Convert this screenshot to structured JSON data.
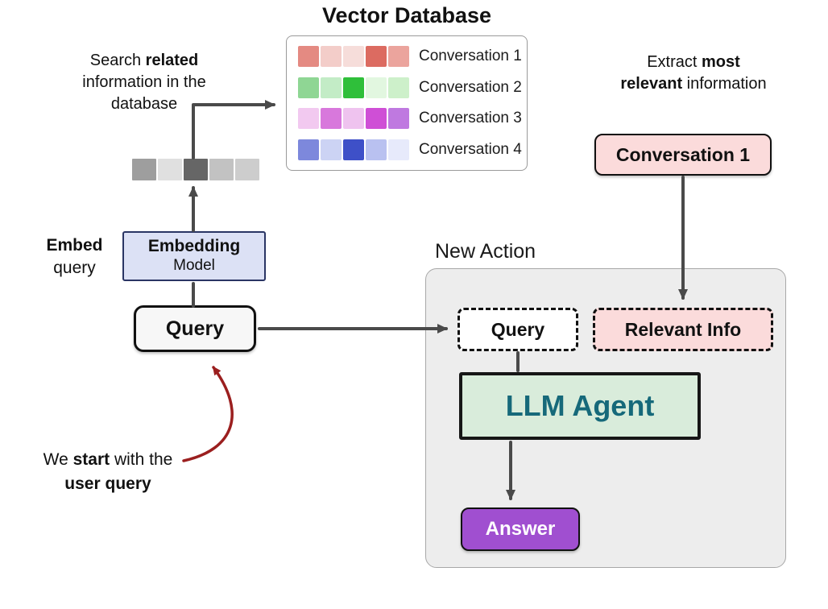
{
  "title": "Vector Database",
  "colors": {
    "arrow": "#4a4a4a",
    "red_arrow": "#9b1f1f",
    "pink_box": "#fbdbdb",
    "green_box": "#d9ecdb",
    "teal_text": "#16697a",
    "purple_box": "#a04fd0",
    "lavender_box": "#dce1f5",
    "panel_bg": "#ededed"
  },
  "vector_db": {
    "rows": [
      {
        "label": "Conversation 1",
        "colors": [
          "#e48a82",
          "#f3cdc9",
          "#f6ddda",
          "#dc6b61",
          "#eba49d"
        ]
      },
      {
        "label": "Conversation 2",
        "colors": [
          "#8fd694",
          "#c3ecc6",
          "#2fbf3a",
          "#e2f7e0",
          "#cdf0ca"
        ]
      },
      {
        "label": "Conversation 3",
        "colors": [
          "#f2c9f0",
          "#d878dc",
          "#efc3ef",
          "#cf4fd6",
          "#bf79e0"
        ]
      },
      {
        "label": "Conversation 4",
        "colors": [
          "#7d88dc",
          "#ccd3f4",
          "#3e50c8",
          "#b9c1f0",
          "#e7eafb"
        ]
      }
    ]
  },
  "embed_vector": {
    "colors": [
      "#9e9e9e",
      "#e0e0e0",
      "#666666",
      "#c2c2c2",
      "#cdcdcd"
    ]
  },
  "notes": {
    "search": {
      "l1_regular": "Search ",
      "l1_bold": "related",
      "l2": "information in the",
      "l3": "database"
    },
    "extract": {
      "l1_regular": "Extract ",
      "l1_bold": "most",
      "l2_bold": "relevant",
      "l2_regular": " information"
    },
    "embed": {
      "bold": "Embed",
      "regular": "query"
    },
    "start": {
      "l1_a": "We ",
      "l1_bold": "start",
      "l1_b": " with the",
      "l2_bold": "user query"
    }
  },
  "boxes": {
    "embedding_model_line1": "Embedding",
    "embedding_model_line2": "Model",
    "query": "Query",
    "conversation1": "Conversation 1",
    "new_action": "New Action",
    "dashed_query": "Query",
    "relevant_info": "Relevant Info",
    "llm_agent": "LLM Agent",
    "answer": "Answer"
  }
}
